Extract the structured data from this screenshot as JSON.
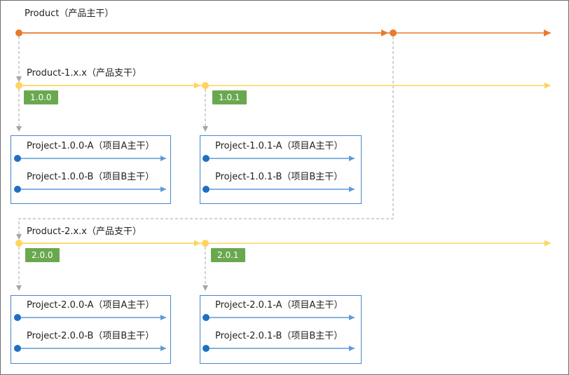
{
  "colors": {
    "trunk": "#e87a2c",
    "branch": "#ffd45c",
    "project": "#5b9bd5",
    "project_dot": "#1f6fc0",
    "badge": "#6aa84f",
    "box_border": "#4a86c8",
    "connector": "#a6a6a6"
  },
  "trunk": {
    "label": "Product（产品主干）"
  },
  "branches": [
    {
      "label": "Product-1.x.x（产品支干）",
      "versions": [
        {
          "tag": "1.0.0",
          "projects": [
            "Project-1.0.0-A（项目A主干）",
            "Project-1.0.0-B（项目B主干）"
          ]
        },
        {
          "tag": "1.0.1",
          "projects": [
            "Project-1.0.1-A（项目A主干）",
            "Project-1.0.1-B（项目B主干）"
          ]
        }
      ]
    },
    {
      "label": "Product-2.x.x（产品支干）",
      "versions": [
        {
          "tag": "2.0.0",
          "projects": [
            "Project-2.0.0-A（项目A主干）",
            "Project-2.0.0-B（项目B主干）"
          ]
        },
        {
          "tag": "2.0.1",
          "projects": [
            "Project-2.0.1-A（项目A主干）",
            "Project-2.0.1-B（项目B主干）"
          ]
        }
      ]
    }
  ]
}
